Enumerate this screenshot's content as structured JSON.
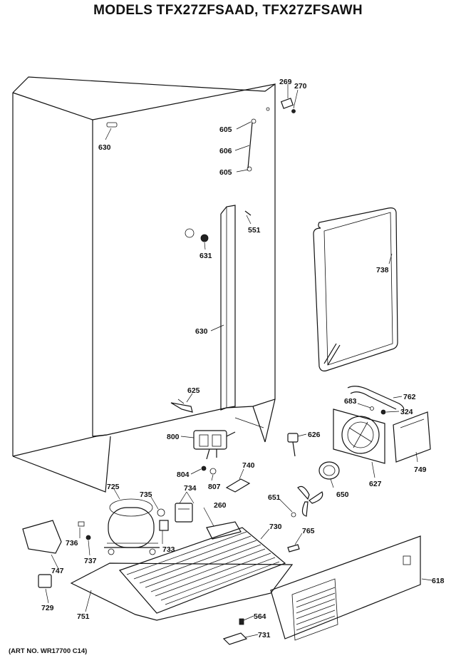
{
  "title": "MODELS TFX27ZFSAAD, TFX27ZFSAWH",
  "art_number": "(ART NO. WR17700 C14)",
  "parts": [
    {
      "id": "p269",
      "text": "269"
    },
    {
      "id": "p270",
      "text": "270"
    },
    {
      "id": "p630a",
      "text": "630"
    },
    {
      "id": "p605a",
      "text": "605"
    },
    {
      "id": "p606",
      "text": "606"
    },
    {
      "id": "p605b",
      "text": "605"
    },
    {
      "id": "p551",
      "text": "551"
    },
    {
      "id": "p631",
      "text": "631"
    },
    {
      "id": "p738",
      "text": "738"
    },
    {
      "id": "p630b",
      "text": "630"
    },
    {
      "id": "p625",
      "text": "625"
    },
    {
      "id": "p762",
      "text": "762"
    },
    {
      "id": "p683",
      "text": "683"
    },
    {
      "id": "p324",
      "text": "324"
    },
    {
      "id": "p800",
      "text": "800"
    },
    {
      "id": "p626",
      "text": "626"
    },
    {
      "id": "p749",
      "text": "749"
    },
    {
      "id": "p627",
      "text": "627"
    },
    {
      "id": "p740",
      "text": "740"
    },
    {
      "id": "p804",
      "text": "804"
    },
    {
      "id": "p807",
      "text": "807"
    },
    {
      "id": "p725",
      "text": "725"
    },
    {
      "id": "p735",
      "text": "735"
    },
    {
      "id": "p734",
      "text": "734"
    },
    {
      "id": "p650",
      "text": "650"
    },
    {
      "id": "p651",
      "text": "651"
    },
    {
      "id": "p260",
      "text": "260"
    },
    {
      "id": "p730",
      "text": "730"
    },
    {
      "id": "p765",
      "text": "765"
    },
    {
      "id": "p736",
      "text": "736"
    },
    {
      "id": "p737",
      "text": "737"
    },
    {
      "id": "p733",
      "text": "733"
    },
    {
      "id": "p747",
      "text": "747"
    },
    {
      "id": "p618",
      "text": "618"
    },
    {
      "id": "p729",
      "text": "729"
    },
    {
      "id": "p751",
      "text": "751"
    },
    {
      "id": "p564",
      "text": "564"
    },
    {
      "id": "p731",
      "text": "731"
    }
  ]
}
